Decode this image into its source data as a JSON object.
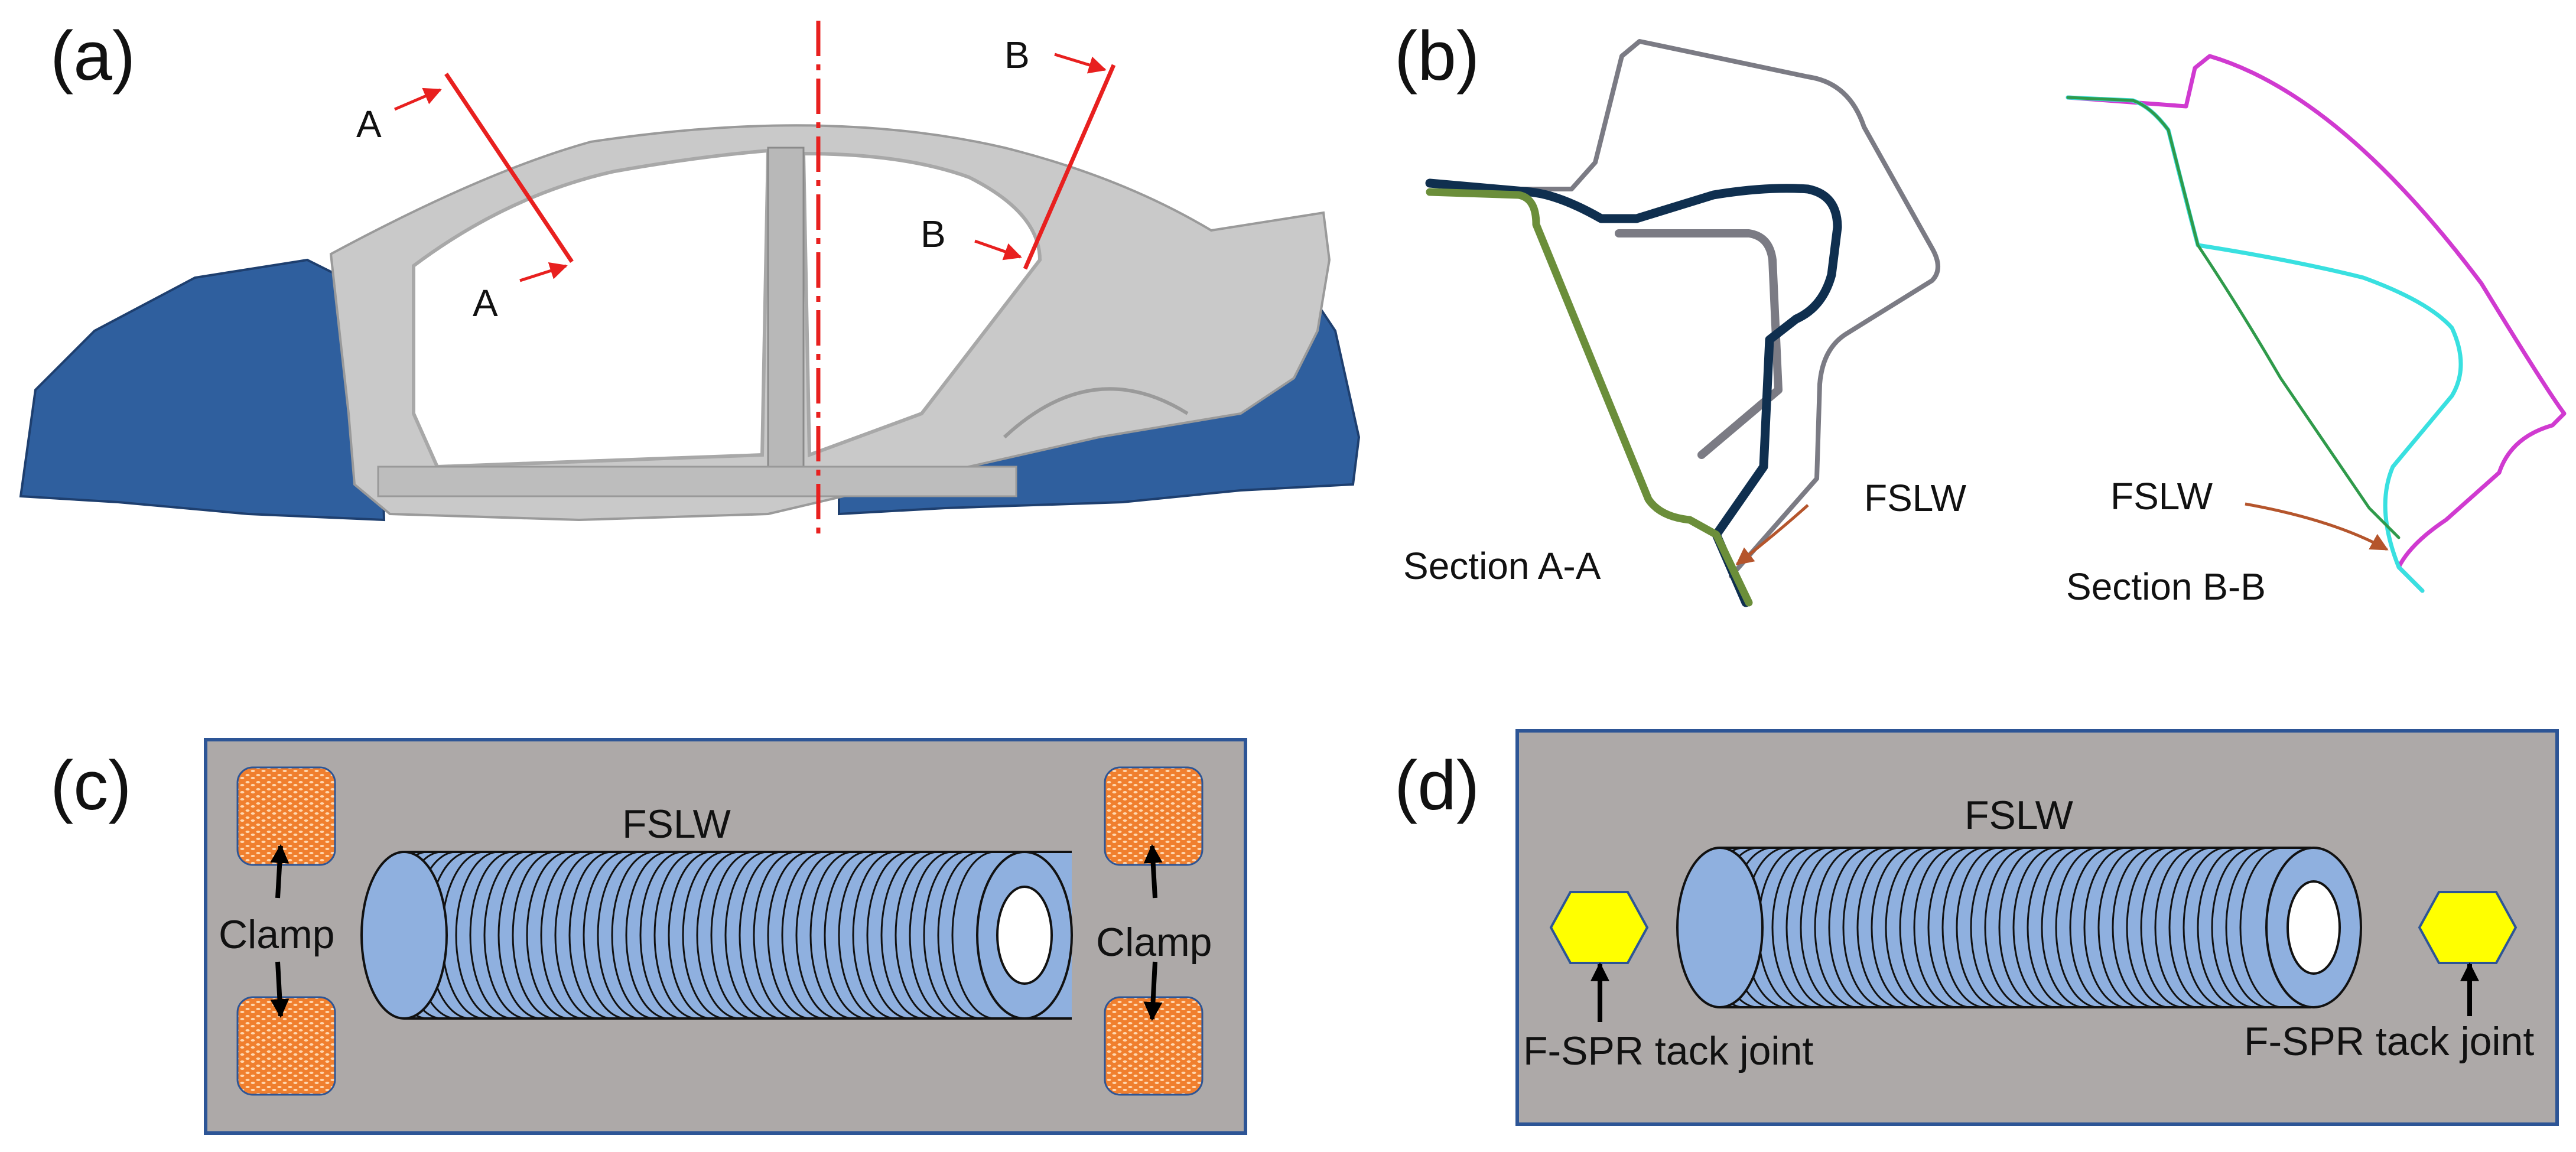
{
  "panels": {
    "a": {
      "label": "(a)",
      "section_a_top": "A",
      "section_a_bottom": "A",
      "section_b_top": "B",
      "section_b_bottom": "B"
    },
    "b": {
      "label": "(b)",
      "fslw_left": "FSLW",
      "section_aa": "Section A-A",
      "fslw_right": "FSLW",
      "section_bb": "Section B-B"
    },
    "c": {
      "label": "(c)",
      "fslw": "FSLW",
      "clamp_left": "Clamp",
      "clamp_right": "Clamp"
    },
    "d": {
      "label": "(d)",
      "fslw": "FSLW",
      "tack_left": "F-SPR tack joint",
      "tack_right": "F-SPR tack joint"
    }
  },
  "colors": {
    "section_line": "#e8201f",
    "car_body": "#c9c9c9",
    "car_blue": "#2f5f9e",
    "panel_bg": "#ada9a8",
    "panel_border": "#2d5596",
    "clamp": "#f07f2e",
    "cylinder": "#8fb0df",
    "tack_joint": "#ffff00",
    "fslw_arrow": "#b5552c",
    "sec_a_green": "#6b8e3a",
    "sec_a_navy": "#0f2f4f",
    "sec_a_gray": "#7b7b84",
    "sec_b_magenta": "#d03ad0",
    "sec_b_cyan": "#39e0e0",
    "sec_b_green": "#2f9a4a"
  }
}
